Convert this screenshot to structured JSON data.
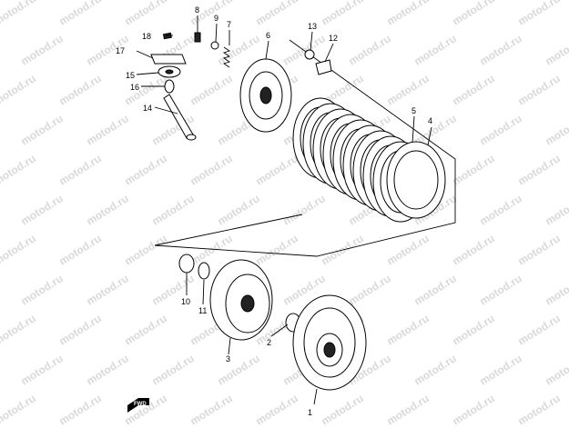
{
  "watermark": "motod.ru",
  "fwd_label": "FWD",
  "callouts": [
    {
      "id": "1",
      "text": "1"
    },
    {
      "id": "2",
      "text": "2"
    },
    {
      "id": "3",
      "text": "3"
    },
    {
      "id": "4",
      "text": "4"
    },
    {
      "id": "5",
      "text": "5"
    },
    {
      "id": "6",
      "text": "6"
    },
    {
      "id": "7",
      "text": "7"
    },
    {
      "id": "8",
      "text": "8"
    },
    {
      "id": "9",
      "text": "9"
    },
    {
      "id": "10",
      "text": "10"
    },
    {
      "id": "11",
      "text": "11"
    },
    {
      "id": "12",
      "text": "12"
    },
    {
      "id": "13",
      "text": "13"
    },
    {
      "id": "14",
      "text": "14"
    },
    {
      "id": "15",
      "text": "15"
    },
    {
      "id": "16",
      "text": "16"
    },
    {
      "id": "17",
      "text": "17"
    },
    {
      "id": "18",
      "text": "18"
    }
  ]
}
